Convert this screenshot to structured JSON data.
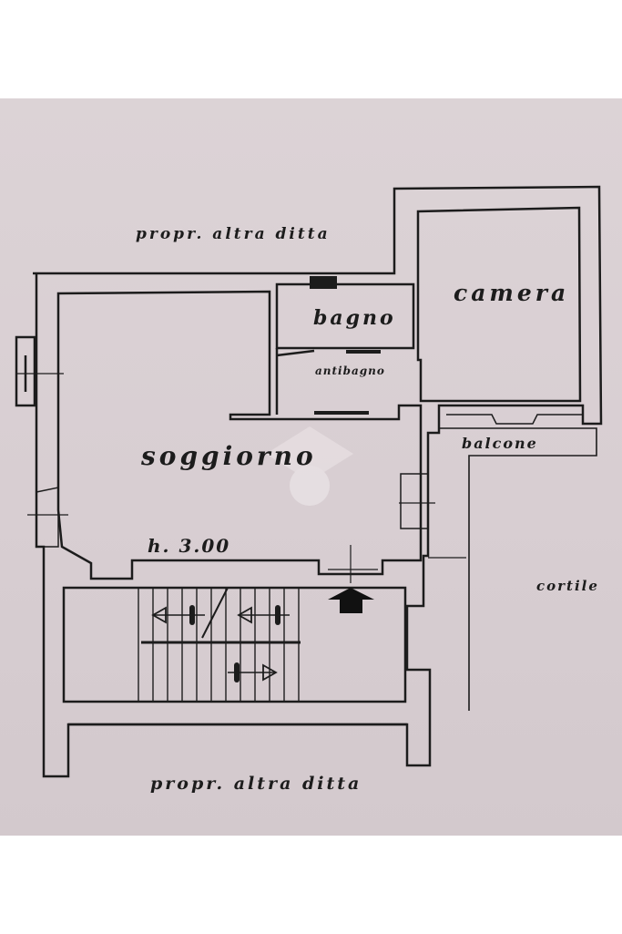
{
  "labels": {
    "top_neighbor": "propr. altra ditta",
    "bottom_neighbor": "propr. altra ditta",
    "bedroom": "camera",
    "bathroom": "bagno",
    "antibathroom": "antibagno",
    "living_room": "soggiorno",
    "ceiling_height": "h. 3.00",
    "balcony": "balcone",
    "courtyard": "cortile"
  },
  "colors": {
    "paper": "#d8ced2",
    "ink": "#1c1c1c"
  }
}
